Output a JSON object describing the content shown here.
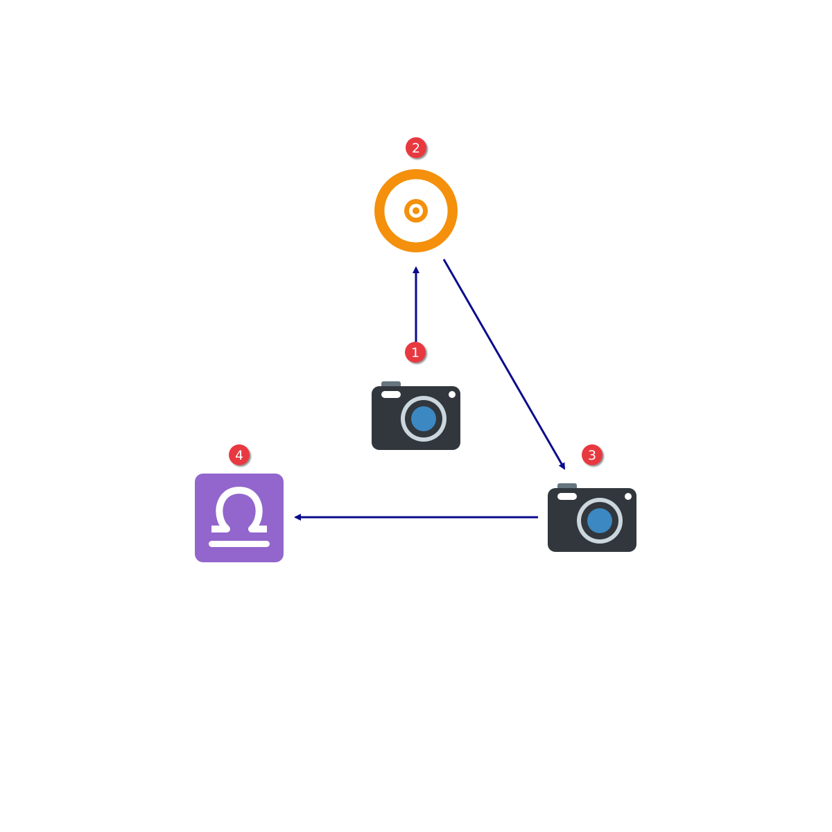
{
  "diagram": {
    "nodes": [
      {
        "id": "n1",
        "badge": "1",
        "icon": "camera-icon"
      },
      {
        "id": "n2",
        "badge": "2",
        "icon": "radioactive-icon"
      },
      {
        "id": "n3",
        "badge": "3",
        "icon": "camera-icon"
      },
      {
        "id": "n4",
        "badge": "4",
        "icon": "libra-icon"
      }
    ],
    "edges": [
      {
        "from": "n1",
        "to": "n2"
      },
      {
        "from": "n2",
        "to": "n3"
      },
      {
        "from": "n3",
        "to": "n4"
      }
    ]
  },
  "colors": {
    "arrow": "#0a0a8c",
    "badge": "#e8393f",
    "radioactive": "#f4900c",
    "camera_body": "#31373d",
    "camera_lens": "#3b88c3",
    "camera_ring": "#ccd6dd",
    "libra_bg": "#9266cc"
  }
}
